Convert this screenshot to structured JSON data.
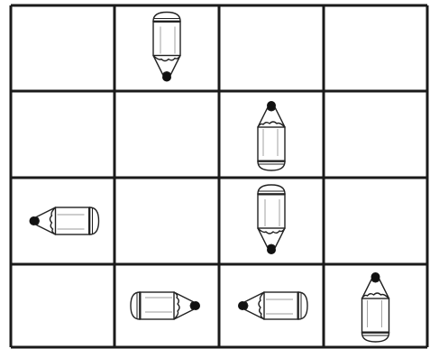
{
  "grid": {
    "rows": 4,
    "cols": 4,
    "line_color": "#1a1a1a",
    "background": "#ffffff"
  },
  "pencil_style": {
    "body_color": "#ffffff",
    "outline_color": "#222222",
    "lead_color": "#111111",
    "icon": "pencil-icon"
  },
  "pencils": [
    {
      "row": 0,
      "col": 1,
      "pointing": "down"
    },
    {
      "row": 1,
      "col": 2,
      "pointing": "up"
    },
    {
      "row": 2,
      "col": 0,
      "pointing": "left"
    },
    {
      "row": 2,
      "col": 2,
      "pointing": "down"
    },
    {
      "row": 3,
      "col": 1,
      "pointing": "right"
    },
    {
      "row": 3,
      "col": 2,
      "pointing": "left"
    },
    {
      "row": 3,
      "col": 3,
      "pointing": "up"
    }
  ]
}
